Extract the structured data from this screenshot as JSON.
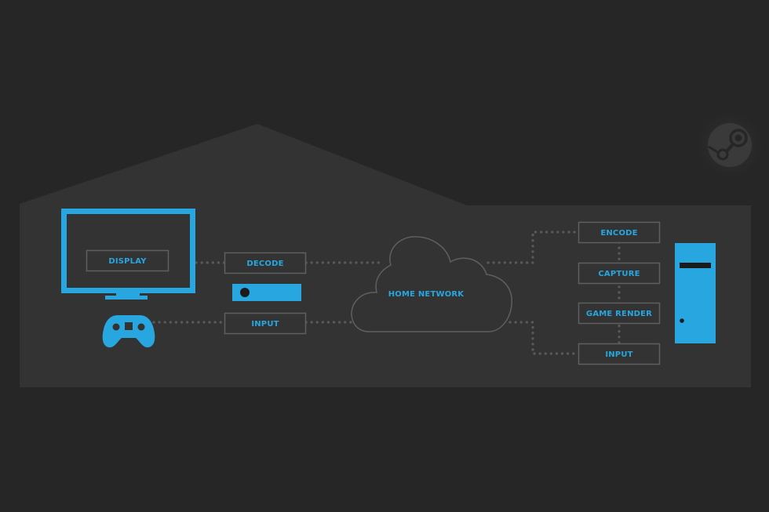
{
  "colors": {
    "background": "#262626",
    "house": "#333333",
    "accent": "#27a6e0",
    "outline": "#5f5f5f",
    "dots": "#5a5a5a",
    "label": "#27a6e0",
    "logo": "#3a3a3a"
  },
  "client": {
    "display_label": "DISPLAY",
    "decode_label": "DECODE",
    "input_label": "INPUT",
    "icons": [
      "monitor-icon",
      "steam-link-box-icon",
      "gamepad-icon"
    ]
  },
  "network": {
    "label": "HOME NETWORK",
    "icon": "cloud-icon"
  },
  "host": {
    "stages": [
      "ENCODE",
      "CAPTURE",
      "GAME RENDER",
      "INPUT"
    ],
    "icon": "pc-tower-icon"
  },
  "brand": {
    "icon": "steam-logo-icon"
  }
}
